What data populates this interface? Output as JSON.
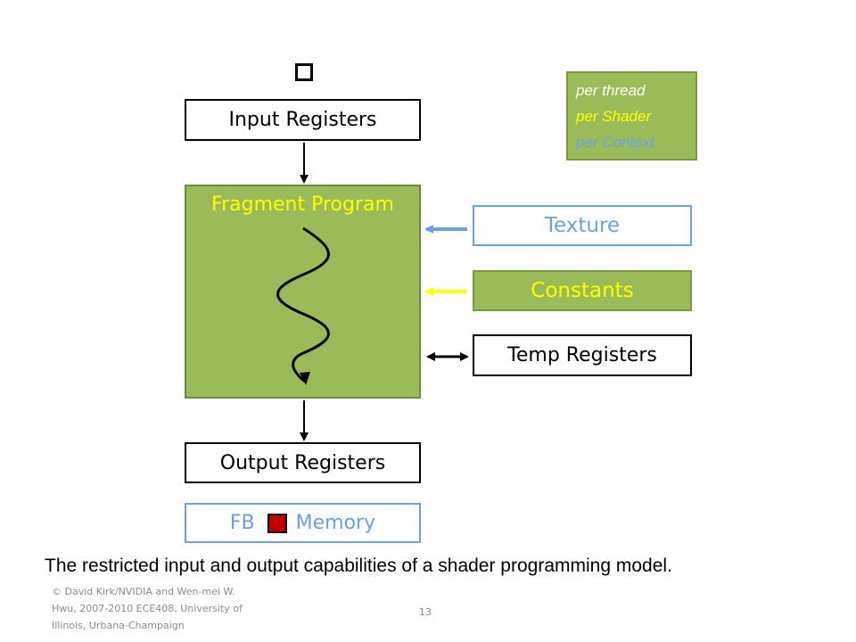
{
  "diagram": {
    "input_registers": "Input Registers",
    "fragment_program": "Fragment Program",
    "output_registers": "Output Registers",
    "fb_memory": {
      "left": "FB",
      "right": "Memory"
    },
    "texture": "Texture",
    "constants": "Constants",
    "temp_registers": "Temp Registers"
  },
  "legend": {
    "items": [
      {
        "label": "per thread",
        "color": "#ffffff"
      },
      {
        "label": "per Shader",
        "color": "#ffff00"
      },
      {
        "label": "per Context",
        "color": "#6d9eeb"
      }
    ]
  },
  "colors": {
    "green": "#9bbb59",
    "yellow": "#ffff00",
    "blue": "#6d9eeb",
    "red": "#c00000"
  },
  "caption": "The restricted input and output capabilities of a shader programming model.",
  "footer": {
    "credit": "© David Kirk/NVIDIA and Wen-mei W. Hwu, 2007-2010 ECE408, University of Illinois, Urbana-Champaign",
    "page_number": "13"
  }
}
